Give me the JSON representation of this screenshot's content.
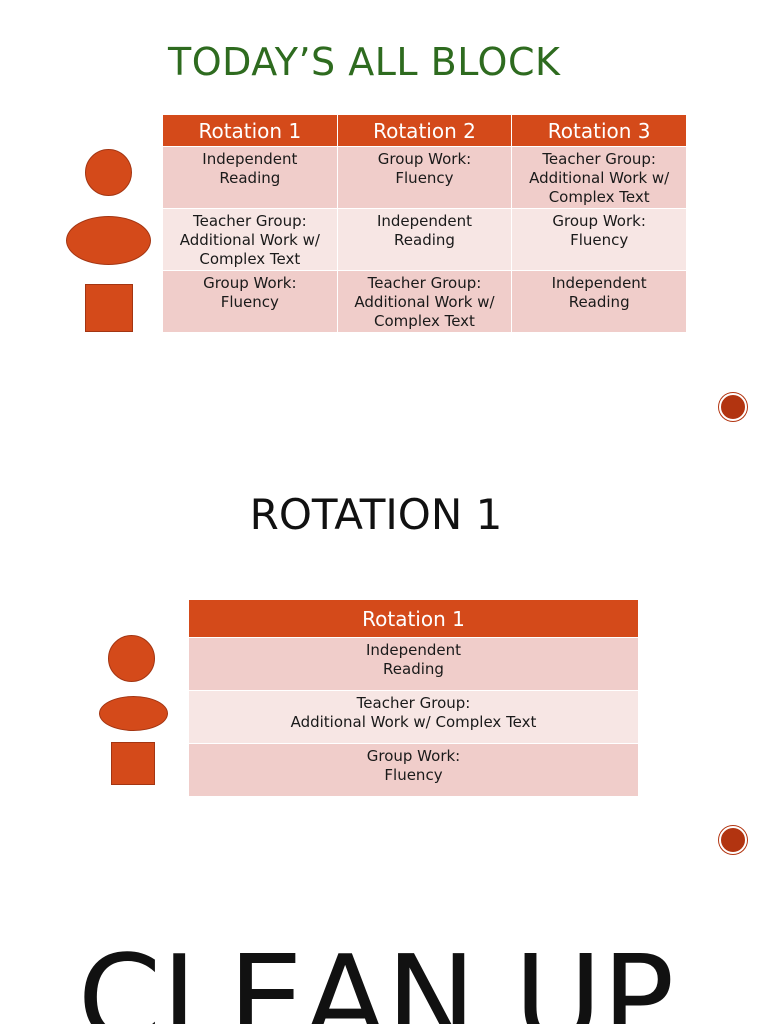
{
  "slide1": {
    "title": "TODAY’S ALL BLOCK",
    "headers": [
      "Rotation 1",
      "Rotation 2",
      "Rotation 3"
    ],
    "rows": [
      [
        [
          "Independent",
          "Reading"
        ],
        [
          "Group Work:",
          "Fluency"
        ],
        [
          "Teacher Group:",
          "Additional Work w/",
          "Complex Text"
        ]
      ],
      [
        [
          "Teacher Group:",
          "Additional Work w/",
          "Complex Text"
        ],
        [
          "Independent",
          "Reading"
        ],
        [
          "Group Work:",
          "Fluency"
        ]
      ],
      [
        [
          "Group Work:",
          "Fluency"
        ],
        [
          "Teacher Group:",
          "Additional Work w/",
          "Complex Text"
        ],
        [
          "Independent",
          "Reading"
        ]
      ]
    ]
  },
  "slide2": {
    "title": "ROTATION 1",
    "header": "Rotation 1",
    "rows": [
      [
        "Independent",
        "Reading"
      ],
      [
        "Teacher Group:",
        "Additional Work w/ Complex Text"
      ],
      [
        "Group Work:",
        "Fluency"
      ]
    ]
  },
  "slide3": {
    "title": "CLEAN UP"
  },
  "colors": {
    "accent": "#d44a1a",
    "title_green": "#2e6b1f",
    "row_dark": "#f0cdca",
    "row_light": "#f7e6e4",
    "nav_dot": "#b23410"
  },
  "icons": [
    "person-shape-icon",
    "nav-dot-icon"
  ]
}
